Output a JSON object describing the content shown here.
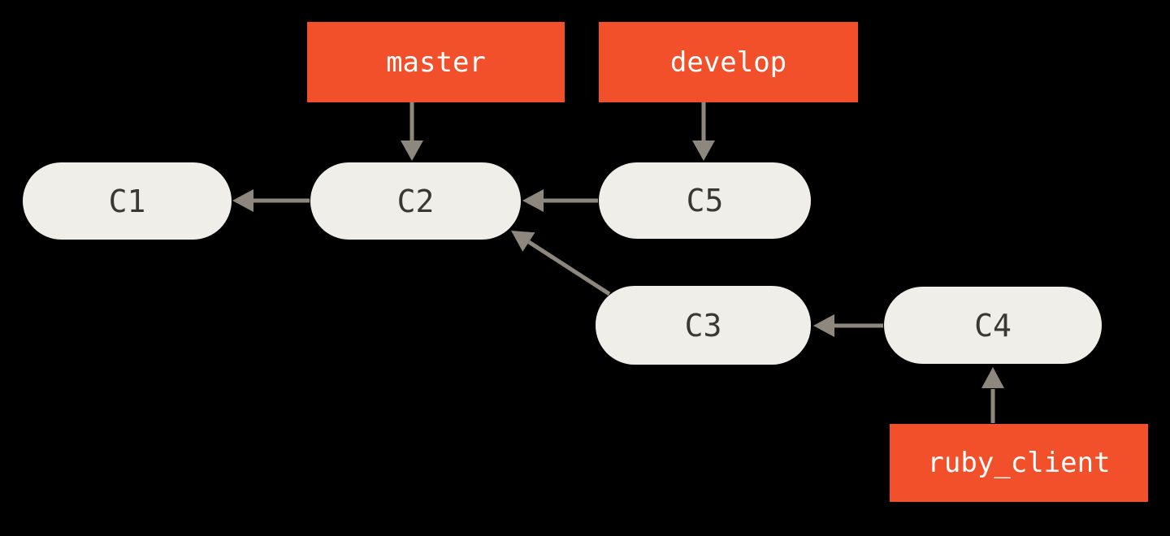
{
  "diagram": {
    "description": "Git commit history with branch pointers",
    "colors": {
      "branch_label_bg": "#F1502A",
      "branch_label_text": "#FFFFFF",
      "commit_bg": "#EFEEE8",
      "commit_text": "#3A3834",
      "arrow": "#8E877D",
      "background": "#000000"
    },
    "commits": [
      {
        "id": "C1",
        "label": "C1",
        "parent": null
      },
      {
        "id": "C2",
        "label": "C2",
        "parent": "C1"
      },
      {
        "id": "C5",
        "label": "C5",
        "parent": "C2"
      },
      {
        "id": "C3",
        "label": "C3",
        "parent": "C2"
      },
      {
        "id": "C4",
        "label": "C4",
        "parent": "C3"
      }
    ],
    "branches": [
      {
        "id": "master",
        "label": "master",
        "points_to": "C2"
      },
      {
        "id": "develop",
        "label": "develop",
        "points_to": "C5"
      },
      {
        "id": "ruby_client",
        "label": "ruby_client",
        "points_to": "C4"
      }
    ],
    "edges": [
      {
        "from": "master",
        "to": "C2",
        "kind": "branch-pointer"
      },
      {
        "from": "develop",
        "to": "C5",
        "kind": "branch-pointer"
      },
      {
        "from": "ruby_client",
        "to": "C4",
        "kind": "branch-pointer"
      },
      {
        "from": "C2",
        "to": "C1",
        "kind": "parent"
      },
      {
        "from": "C5",
        "to": "C2",
        "kind": "parent"
      },
      {
        "from": "C3",
        "to": "C2",
        "kind": "parent"
      },
      {
        "from": "C4",
        "to": "C3",
        "kind": "parent"
      }
    ]
  }
}
